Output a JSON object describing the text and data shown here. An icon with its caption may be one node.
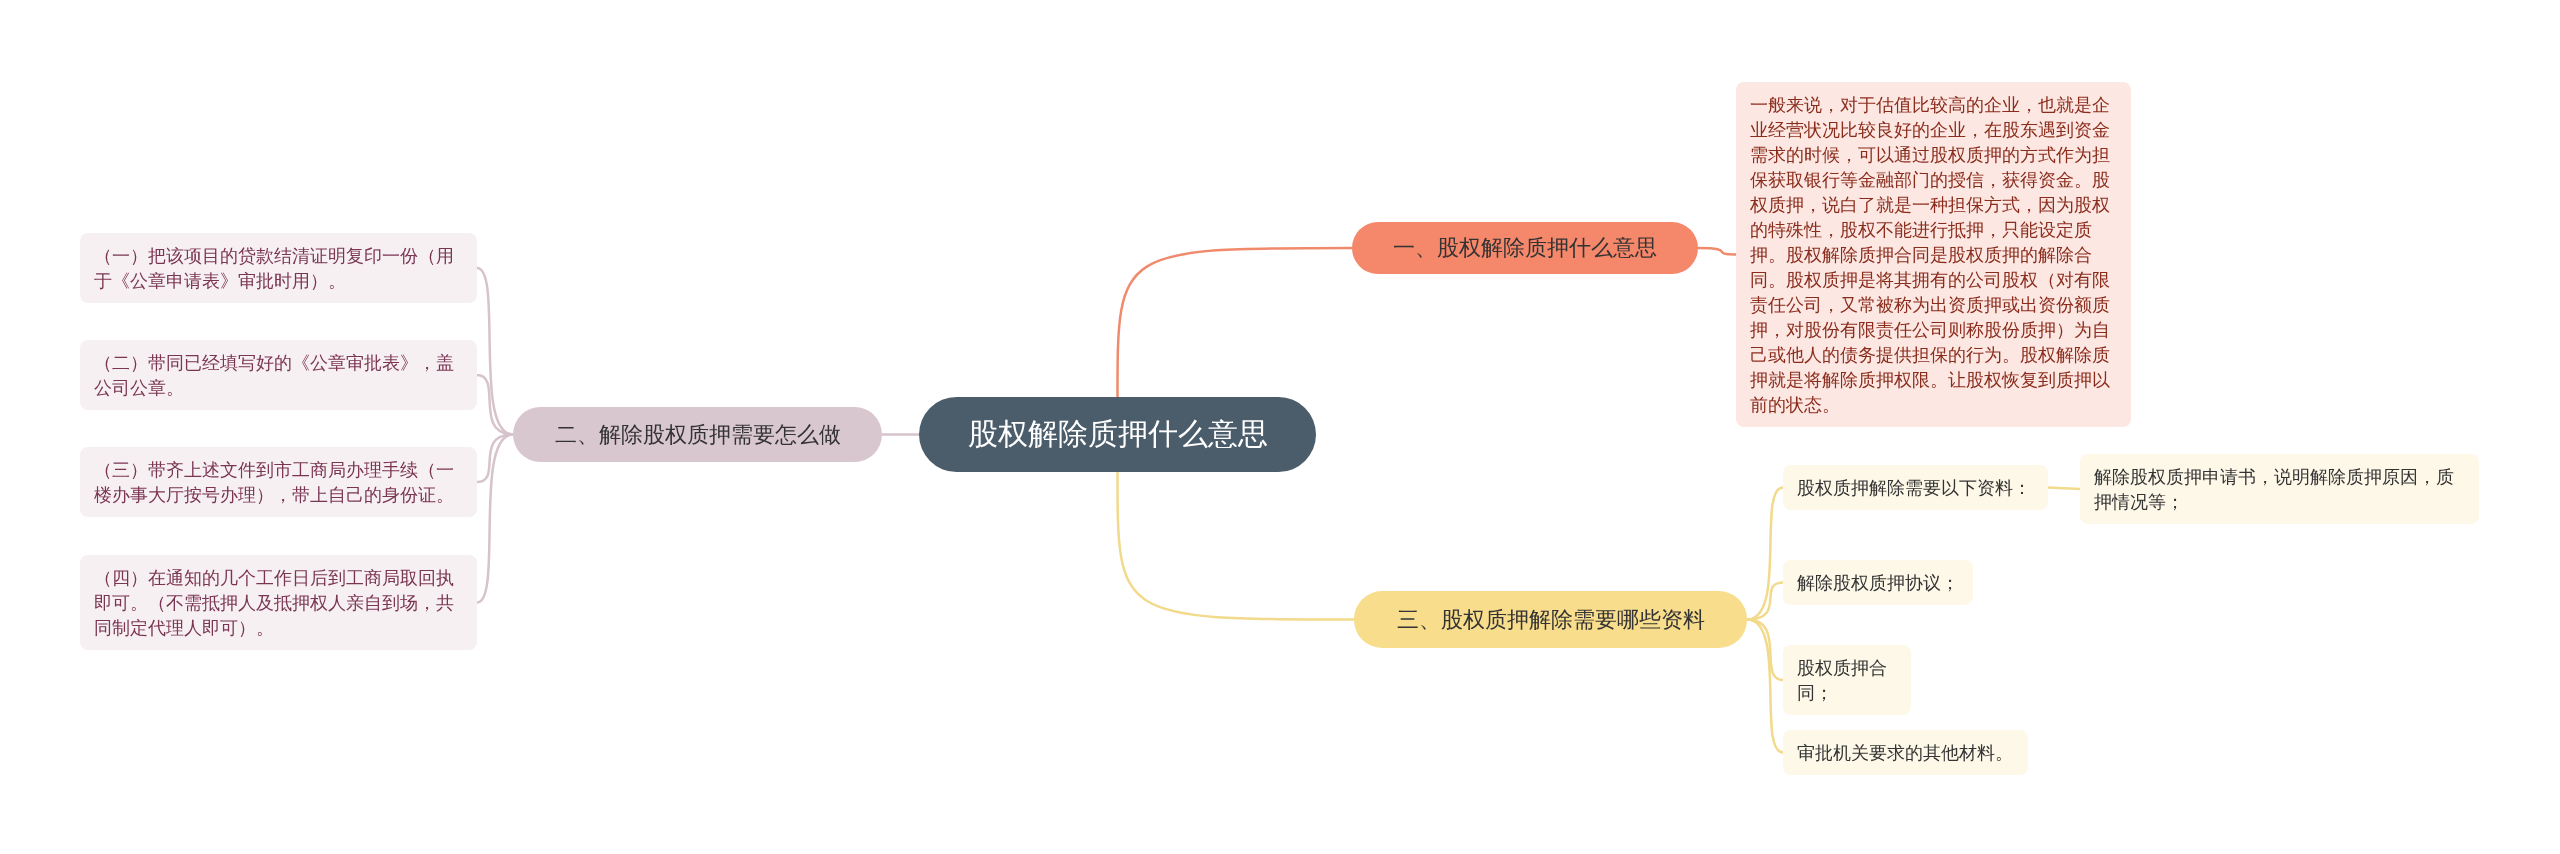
{
  "diagram": {
    "nodes": [
      {
        "text": [
          "股权解除质押什么意思"
        ]
      },
      {
        "text": [
          "一、股权解除质押什么意思"
        ]
      },
      {
        "text": [
          "一般来说，对于估值比较高的企业，也就是企业经营状况比较良好的企业，在股东遇到资金需求的时候，可以通过股权质押的方式作为担保获取银行等金融部门的授信，获得资金。股权质押，说白了就是一种担保方式，因为股权的特殊性，股权不能进行抵押，只能设定质押。股权解除质押合同是股权质押的解除合同。股权质押是将其拥有的公司股权（对有限责任公司，又常被称为出资质押或出资份额质押，对股份有限责任公司则称股份质押）为自己或他人的债务提供担保的行为。股权解除质押就是将解除质押权限。让股权恢复到质押以前的状态。"
        ]
      },
      {
        "text": [
          "二、解除股权质押需要怎么做"
        ]
      },
      {
        "text": [
          "（一）把该项目的贷款结清证明复印一份（用于《公章申请表》审批时用）。"
        ]
      },
      {
        "text": [
          "（二）带同已经填写好的《公章审批表》，盖公司公章。"
        ]
      },
      {
        "text": [
          "（三）带齐上述文件到市工商局办理手续（一楼办事大厅按号办理），带上自己的身份证。"
        ]
      },
      {
        "text": [
          "（四）在通知的几个工作日后到工商局取回执即可。（不需抵押人及抵押权人亲自到场，共同制定代理人即可）。"
        ]
      },
      {
        "text": [
          "三、股权质押解除需要哪些资料"
        ]
      },
      {
        "text": [
          "股权质押解除需要以下资料："
        ]
      },
      {
        "text": [
          "解除股权质押申请书，说明解除质押原因，质押情况等；"
        ]
      },
      {
        "text": [
          "解除股权质押协议；"
        ]
      },
      {
        "text": [
          "股权质押合同；"
        ]
      },
      {
        "text": [
          "审批机关要求的其他材料。"
        ]
      }
    ],
    "edges": [
      {
        "from": 0,
        "to": 1,
        "arrow": "none",
        "color": "#f08a6c"
      },
      {
        "from": 1,
        "to": 2,
        "arrow": "none",
        "color": "#f08a6c"
      },
      {
        "from": 0,
        "to": 3,
        "arrow": "none",
        "color": "#d6c3cc"
      },
      {
        "from": 3,
        "to": 4,
        "arrow": "none",
        "color": "#d6c3cc"
      },
      {
        "from": 3,
        "to": 5,
        "arrow": "none",
        "color": "#d6c3cc"
      },
      {
        "from": 3,
        "to": 6,
        "arrow": "none",
        "color": "#d6c3cc"
      },
      {
        "from": 3,
        "to": 7,
        "arrow": "none",
        "color": "#d6c3cc"
      },
      {
        "from": 0,
        "to": 8,
        "arrow": "none"
      },
      {
        "from": 8,
        "to": 9,
        "arrow": "none"
      },
      {
        "from": 9,
        "to": 10,
        "arrow": "none"
      },
      {
        "from": 8,
        "to": 11,
        "arrow": "none"
      },
      {
        "from": 8,
        "to": 12,
        "arrow": "none"
      },
      {
        "from": 8,
        "to": 13,
        "arrow": "none"
      }
    ]
  }
}
